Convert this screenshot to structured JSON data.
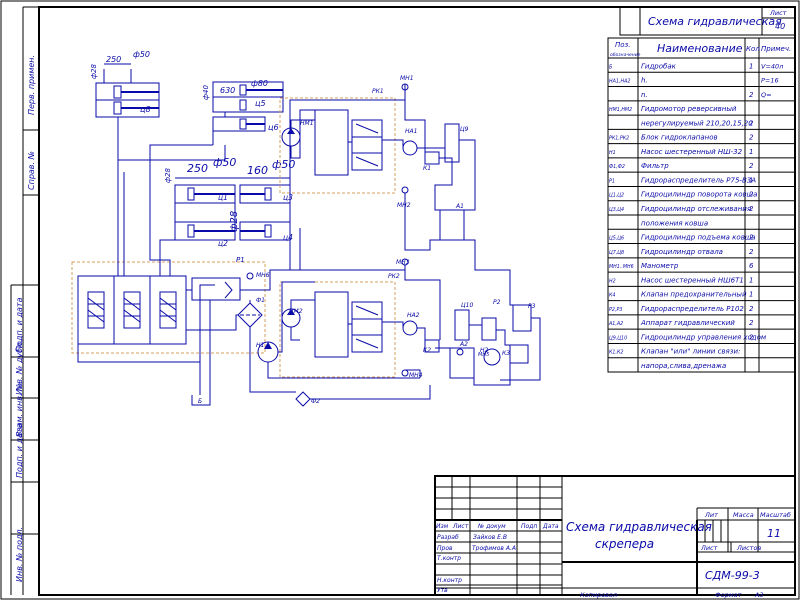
{
  "colors": {
    "ink": "#0a0aa8",
    "frame": "#000000",
    "pilot": "#d4a25c",
    "paper": "#ffffff"
  },
  "stamp_top": {
    "title": "Схема гидравлическая",
    "sheet_label": "Лист",
    "sheet_value": "40"
  },
  "side_labels": {
    "perv_primen": "Перв. примен.",
    "sprav_no": "Справ. №",
    "podp_data_1": "Подп. и дата",
    "inv_dubl": "Инв. № дубл.",
    "vzam_inv": "Взам. инв. №",
    "podp_data_2": "Подп. и дата",
    "inv_podl": "Инв. № подл."
  },
  "bom": {
    "headers": {
      "poz": "Поз.",
      "poz_sub": "обозначение",
      "name": "Наименование",
      "qty": "Кол",
      "note": "Примеч."
    },
    "rows": [
      {
        "poz": "Б",
        "name": "Гидробак",
        "qty": "1",
        "note": "V=40л"
      },
      {
        "poz": "НА1,НА2",
        "name": "h.",
        "qty": "",
        "note": "P=16"
      },
      {
        "poz": "",
        "name": "n.",
        "qty": "2",
        "note": "Q="
      },
      {
        "poz": "НМ1,НМ2",
        "name": "Гидромотор реверсивный",
        "qty": "",
        "note": ""
      },
      {
        "poz": "",
        "name": "нерегулируемый 210,20,15,20",
        "qty": "2",
        "note": ""
      },
      {
        "poz": "РК1,РК2",
        "name": "Блок гидроклапанов",
        "qty": "2",
        "note": ""
      },
      {
        "poz": "Н1",
        "name": "Насос шестеренный НШ-32",
        "qty": "1",
        "note": ""
      },
      {
        "poz": "Ф1,Ф2",
        "name": "Фильтр",
        "qty": "2",
        "note": ""
      },
      {
        "poz": "Р1",
        "name": "Гидрораспределитель Р75-В3А",
        "qty": "1",
        "note": ""
      },
      {
        "poz": "Ц1,Ц2",
        "name": "Гидроцилиндр поворота ковша",
        "qty": "2",
        "note": ""
      },
      {
        "poz": "Ц3,Ц4",
        "name": "Гидроцилиндр отслеживания",
        "qty": "2",
        "note": ""
      },
      {
        "poz": "",
        "name": "положения ковша",
        "qty": "",
        "note": ""
      },
      {
        "poz": "Ц5,Ц6",
        "name": "Гидроцилиндр подъема ковша",
        "qty": "2",
        "note": ""
      },
      {
        "poz": "Ц7,Ц8",
        "name": "Гидроцилиндр отвала",
        "qty": "2",
        "note": ""
      },
      {
        "poz": "МН1..МН6",
        "name": "Манометр",
        "qty": "6",
        "note": ""
      },
      {
        "poz": "Н2",
        "name": "Насос шестеренный НШ6Т1",
        "qty": "1",
        "note": ""
      },
      {
        "poz": "К4",
        "name": "Клапан предохранительный",
        "qty": "1",
        "note": ""
      },
      {
        "poz": "Р2,Р3",
        "name": "Гидрораспределитель Р102",
        "qty": "2",
        "note": ""
      },
      {
        "poz": "А1,А2",
        "name": "Аппарат гидравлический",
        "qty": "2",
        "note": ""
      },
      {
        "poz": "Ц9,Ц10",
        "name": "Гидроцилиндр управления ходом",
        "qty": "2",
        "note": ""
      },
      {
        "poz": "К1,К2",
        "name": "Клапан \"или\" линии связи:",
        "qty": "",
        "note": ""
      },
      {
        "poz": "",
        "name": "напора,слива,дренажа",
        "qty": "",
        "note": ""
      }
    ]
  },
  "title_block": {
    "cols": {
      "izm": "Изм",
      "list": "Лист",
      "doc": "№ докум",
      "podp": "Подп",
      "data": "Дата"
    },
    "razrab": "Разраб",
    "razrab_name": "Зайков Е.В",
    "prov": "Пров",
    "prov_name": "Трофимов А.А",
    "tkontr": "Т.контр",
    "nkontr": "Н.контр",
    "utv": "Утв",
    "title_line1": "Схема гидравлическая",
    "title_line2": "скрепера",
    "lit": "Лит",
    "massa": "Масса",
    "masshtab": "Масштаб",
    "scale_value": "11",
    "list_label": "Лист",
    "listov": "Листов",
    "code": "СДМ-99-3",
    "kopiroval": "Копировал",
    "format": "Формат",
    "format_value": "А3"
  },
  "diagram_labels": {
    "c8": "ц8",
    "c5": "ц5",
    "c6": "ц6",
    "c1": "ц1",
    "c2": "ц2",
    "c3": "ц3",
    "c4": "ц4",
    "c9": "Ц9",
    "c10": "Ц10",
    "d28a": "ф28",
    "d250a": "250",
    "d50a": "ф50",
    "d40": "ф40",
    "d630": "630",
    "d80": "ф80",
    "d28b": "ф28",
    "d250b": "250",
    "d50b": "ф50",
    "d160": "160",
    "d50c": "ф50",
    "d28c": "ф28",
    "mn1": "МН1",
    "mn2": "МН2",
    "mn3": "МН3",
    "mn4": "МН4",
    "mn5": "МН5",
    "mn6": "МН6",
    "pk1": "РК1",
    "pk2": "РК2",
    "hm1": "НМ1",
    "hm2": "НМ2",
    "ha1": "НА1",
    "ha2": "НА2",
    "k1": "К1",
    "k2": "К2",
    "k3": "К3",
    "a1": "А1",
    "a2": "А2",
    "p1": "Р1",
    "p2": "Р2",
    "p3": "Р3",
    "n1": "Н1",
    "n2": "Н2",
    "f1": "Ф1",
    "f2": "Ф2",
    "b": "Б"
  }
}
